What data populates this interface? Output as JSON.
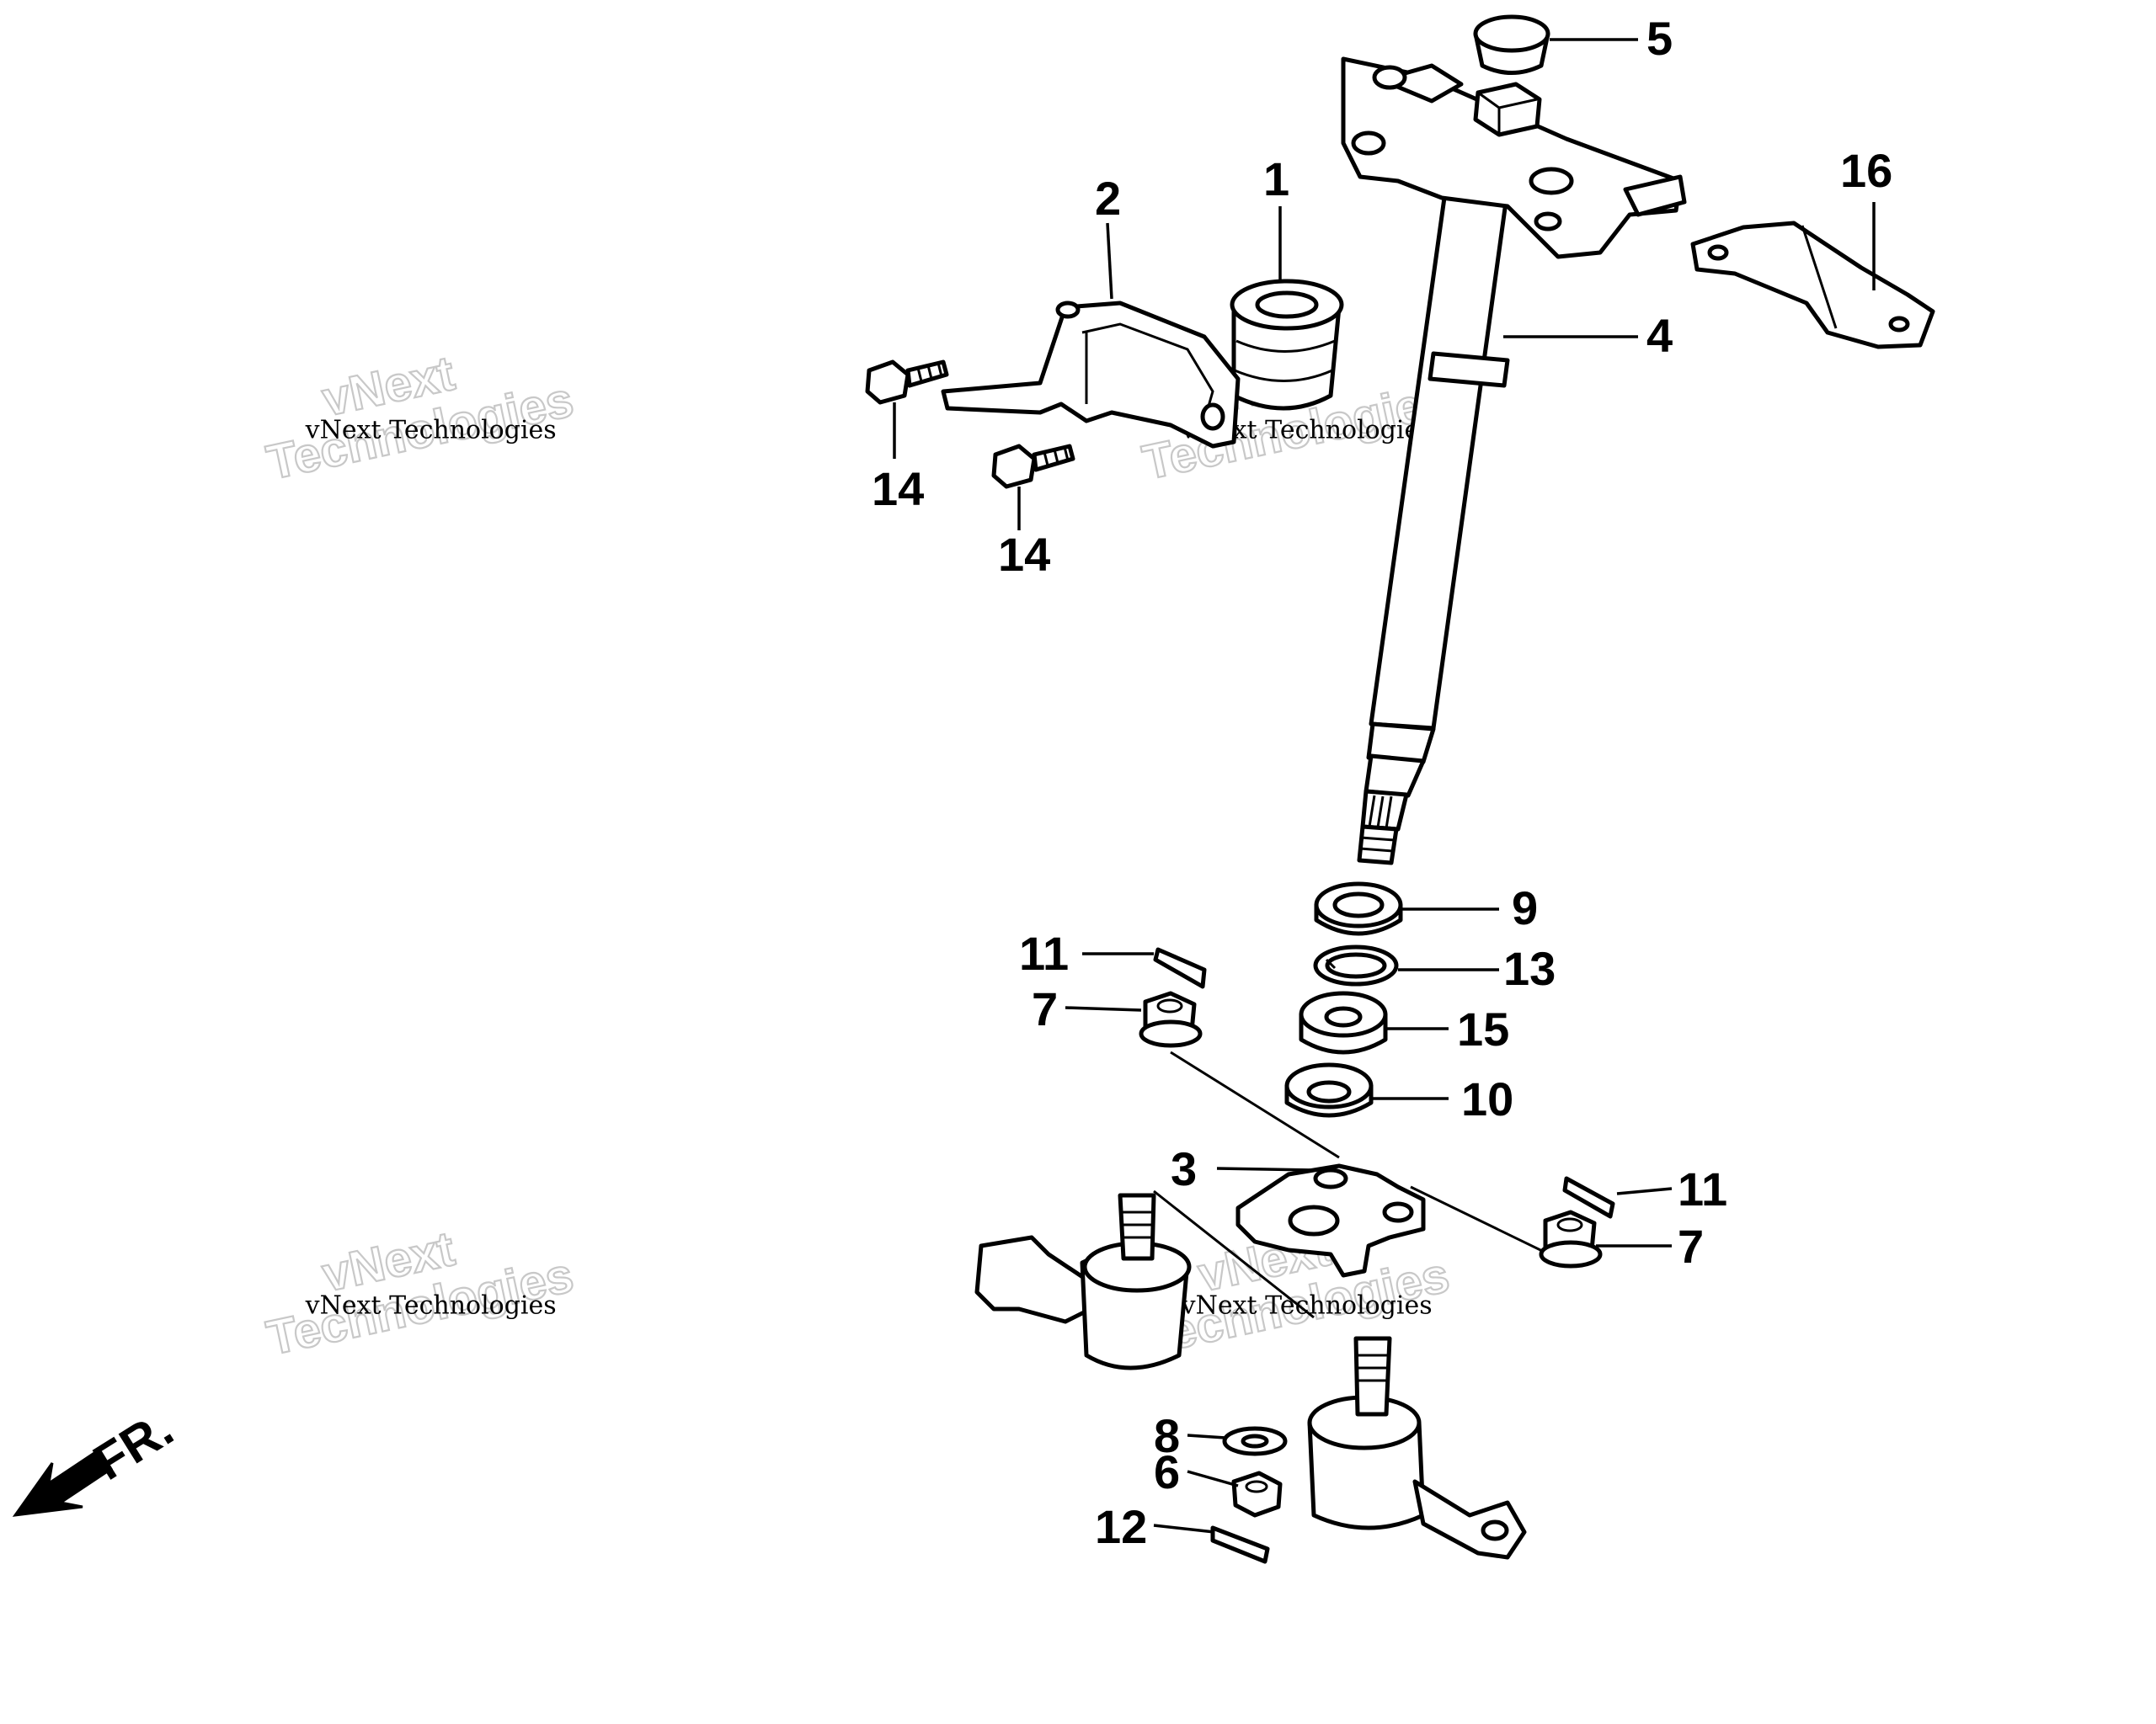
{
  "watermark": {
    "small": "vNext Technologies",
    "big_line1": "vNext",
    "big_line2": "Technologies"
  },
  "direction": {
    "label": "FR."
  },
  "callouts": {
    "c1": "1",
    "c2": "2",
    "c3": "3",
    "c4": "4",
    "c5": "5",
    "c6": "6",
    "c7a": "7",
    "c7b": "7",
    "c8": "8",
    "c9": "9",
    "c10": "10",
    "c11a": "11",
    "c11b": "11",
    "c12": "12",
    "c13": "13",
    "c14a": "14",
    "c14b": "14",
    "c15": "15",
    "c16": "16"
  }
}
